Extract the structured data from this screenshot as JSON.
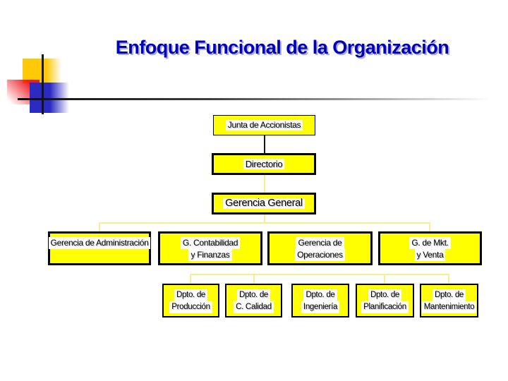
{
  "slide": {
    "title": "Enfoque Funcional de la Organización"
  },
  "org_chart": {
    "level1": [
      {
        "label": "Junta de Accionistas"
      },
      {
        "label": "Directorio"
      },
      {
        "label": "Gerencia General"
      }
    ],
    "level2": [
      {
        "lines": [
          "Gerencia de Administración"
        ]
      },
      {
        "lines": [
          "G. Contabilidad",
          "y Finanzas"
        ]
      },
      {
        "lines": [
          "Gerencia de",
          "Operaciones"
        ]
      },
      {
        "lines": [
          "G. de Mkt.",
          "y Venta"
        ]
      }
    ],
    "level3": [
      {
        "lines": [
          "Dpto. de",
          "Producción"
        ]
      },
      {
        "lines": [
          "Dpto. de",
          "C. Calidad"
        ]
      },
      {
        "lines": [
          "Dpto. de",
          "Ingeniería"
        ]
      },
      {
        "lines": [
          "Dpto. de",
          "Planificación"
        ]
      },
      {
        "lines": [
          "Dpto. de",
          "Mantenimiento"
        ]
      }
    ]
  },
  "colors": {
    "title_text": "#0000BB",
    "title_shadow": "#ABABD1",
    "box_fill": "#FFFF00",
    "box_border": "#000000",
    "connector_pale": "#F5F08F",
    "connector_dark": "#141414",
    "accent_gold": "#FFC907",
    "accent_red": "#EE1C25",
    "accent_blue": "#2B2BC4"
  }
}
